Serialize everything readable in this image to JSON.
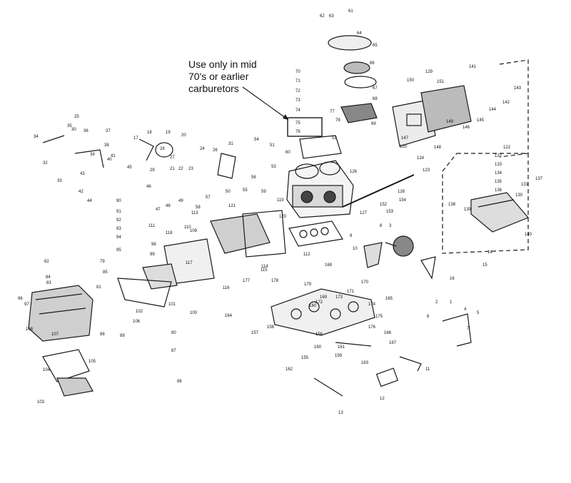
{
  "callout": {
    "lines": [
      "Use only in mid",
      "70's or earlier",
      "carburetors"
    ]
  },
  "part_numbers": {
    "top": [
      "62",
      "63",
      "61",
      "64",
      "65",
      "66",
      "67",
      "68",
      "69",
      "70",
      "71",
      "72",
      "73",
      "74",
      "75",
      "76",
      "77",
      "78"
    ],
    "right_top": [
      "129",
      "141",
      "142",
      "143",
      "144",
      "145",
      "146",
      "147",
      "148",
      "149",
      "150",
      "151"
    ],
    "right_mid": [
      "122",
      "123",
      "124",
      "125",
      "126",
      "127",
      "128",
      "130",
      "131",
      "132",
      "133",
      "134",
      "135",
      "136",
      "137",
      "138",
      "139",
      "140"
    ],
    "left": [
      "17",
      "18",
      "19",
      "20",
      "21",
      "22",
      "23",
      "24",
      "25",
      "26",
      "27",
      "28",
      "29",
      "30",
      "31",
      "32",
      "33",
      "34",
      "35",
      "36",
      "37",
      "38",
      "39",
      "40",
      "41",
      "42",
      "43",
      "44",
      "45"
    ],
    "center": [
      "46",
      "47",
      "48",
      "49",
      "50",
      "51",
      "52",
      "53",
      "54",
      "55",
      "56",
      "57",
      "58",
      "59",
      "60",
      "90",
      "91",
      "92",
      "93",
      "94",
      "95",
      "96",
      "97",
      "98",
      "99",
      "100",
      "101",
      "102",
      "103",
      "104",
      "105",
      "106",
      "107",
      "108",
      "109",
      "110",
      "111",
      "112",
      "113",
      "114",
      "115",
      "116",
      "117",
      "118",
      "119",
      "120",
      "121"
    ],
    "bottom": [
      "1",
      "2",
      "3",
      "4",
      "5",
      "6",
      "7",
      "8",
      "9",
      "10",
      "11",
      "12",
      "13",
      "14",
      "15",
      "16",
      "152",
      "153",
      "154",
      "155",
      "156",
      "157",
      "158",
      "159",
      "160",
      "161",
      "162",
      "163",
      "164",
      "165",
      "166",
      "167",
      "168",
      "169",
      "170",
      "171",
      "172",
      "173",
      "174",
      "175",
      "176",
      "177",
      "178",
      "179",
      "180"
    ],
    "bottom_left": [
      "79",
      "80",
      "81",
      "82",
      "83",
      "84",
      "85",
      "86",
      "87",
      "88",
      "89"
    ]
  }
}
